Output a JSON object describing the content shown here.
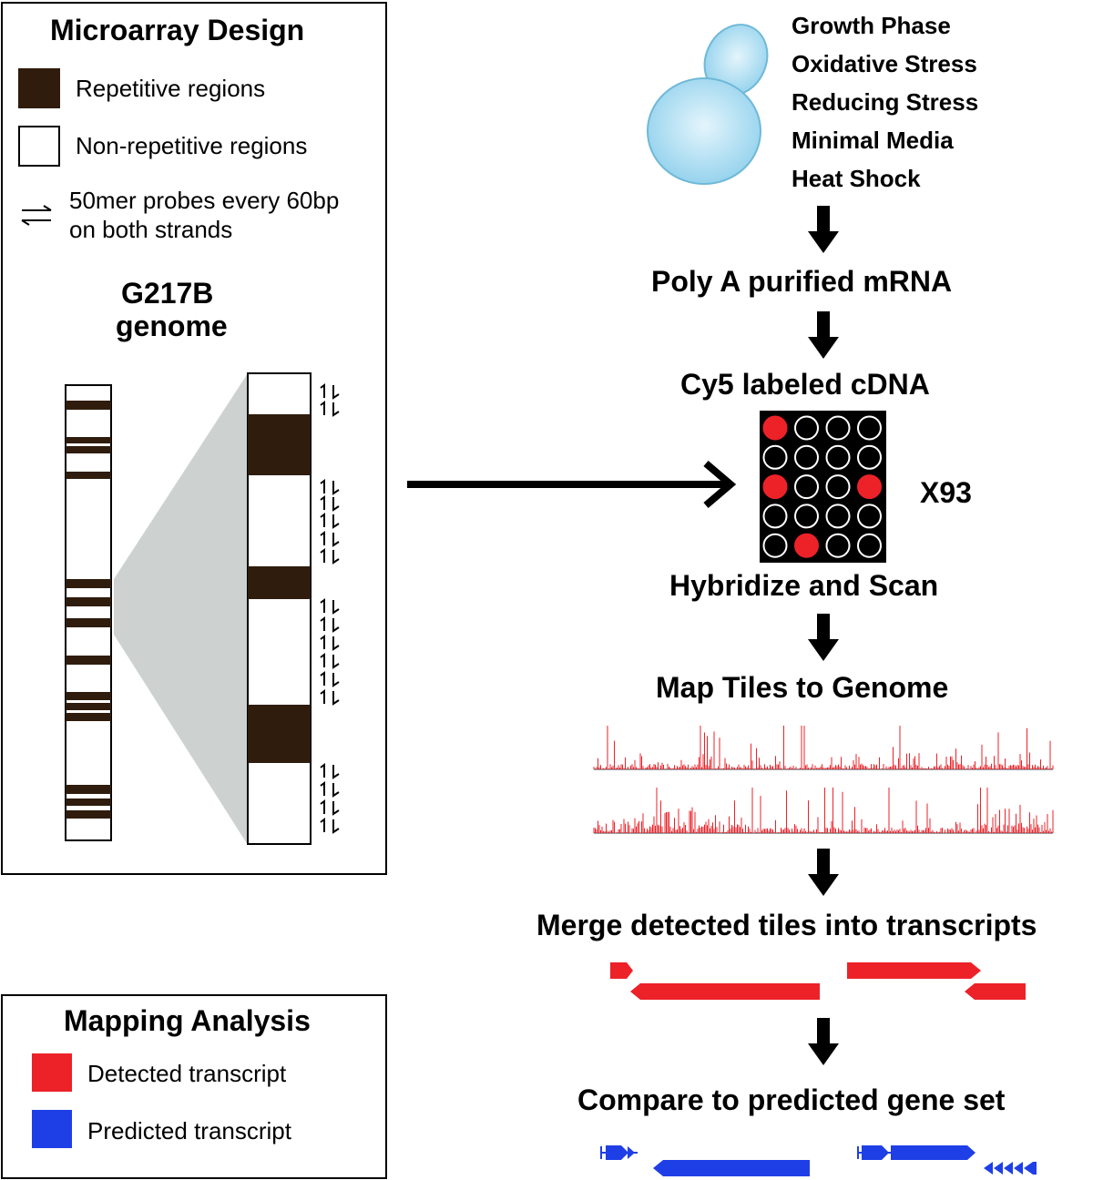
{
  "microarray": {
    "title": "Microarray Design",
    "legend_repetitive": "Repetitive regions",
    "legend_nonrepetitive": "Non-repetitive regions",
    "probe_line1": "50mer probes every 60bp",
    "probe_line2": "on both strands",
    "genome_line1": "G217B",
    "genome_line2": "genome"
  },
  "conditions": [
    "Growth Phase",
    "Oxidative Stress",
    "Reducing Stress",
    "Minimal Media",
    "Heat Shock"
  ],
  "steps": {
    "polya": "Poly A purified mRNA",
    "cy5": "Cy5 labeled cDNA",
    "multiplier": "X93",
    "hybridize": "Hybridize and Scan",
    "map": "Map Tiles to Genome",
    "merge": "Merge detected tiles into transcripts",
    "compare": "Compare to predicted gene set"
  },
  "mapping": {
    "title": "Mapping Analysis",
    "detected": "Detected transcript",
    "predicted": "Predicted transcript"
  },
  "array_grid": {
    "rows": 5,
    "cols": 4,
    "filled": [
      [
        0,
        0
      ],
      [
        2,
        0
      ],
      [
        2,
        3
      ],
      [
        4,
        1
      ]
    ]
  },
  "colors": {
    "repeat": "#2f1c0c",
    "detected": "#ec2228",
    "predicted": "#1f3fe6",
    "zoom": "#cdd2d0",
    "cell_light": "#bfe6f6",
    "cell_edge": "#6fb8d8"
  },
  "icons": {
    "yeast": "budding-yeast-cell",
    "probe": "double-arrow-probe",
    "flow": "down-arrow"
  }
}
